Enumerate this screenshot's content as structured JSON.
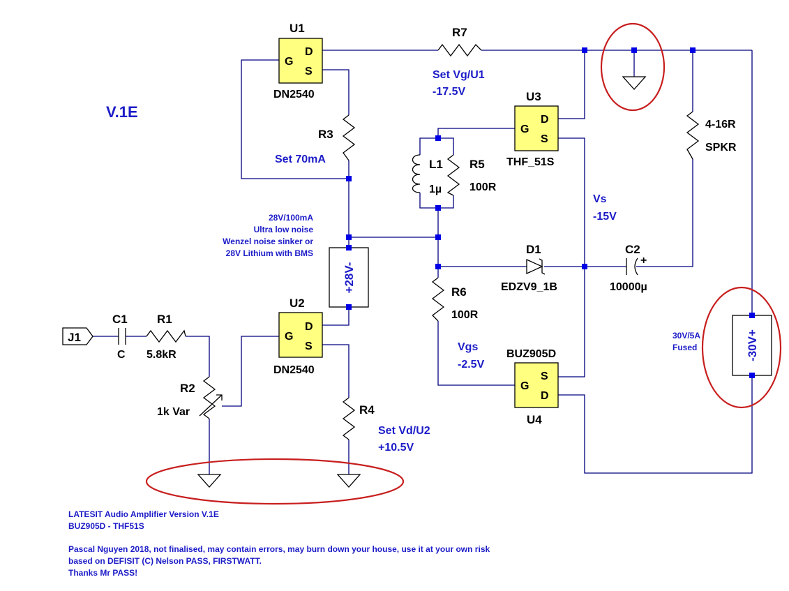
{
  "colors": {
    "wire": "#000080",
    "annotation": "#1c1cc8",
    "mosfet_fill": "#ffff80",
    "highlight": "#c81e1e",
    "junction": "#0000e6"
  },
  "version_label": "V.1E",
  "mosfets": [
    {
      "id": "u1",
      "ref": "U1",
      "part": "DN2540",
      "pins": [
        "G",
        "D",
        "S"
      ]
    },
    {
      "id": "u2",
      "ref": "U2",
      "part": "DN2540",
      "pins": [
        "G",
        "D",
        "S"
      ]
    },
    {
      "id": "u3",
      "ref": "U3",
      "part": "THF_51S",
      "pins": [
        "G",
        "D",
        "S"
      ]
    },
    {
      "id": "u4",
      "ref": "U4",
      "part": "BUZ905D",
      "pins": [
        "G",
        "S",
        "D"
      ]
    }
  ],
  "resistors": [
    {
      "id": "r1",
      "ref": "R1",
      "value": "5.8kR"
    },
    {
      "id": "r2",
      "ref": "R2",
      "value": "1k Var"
    },
    {
      "id": "r3",
      "ref": "R3",
      "value": ""
    },
    {
      "id": "r4",
      "ref": "R4",
      "value": ""
    },
    {
      "id": "r5",
      "ref": "R5",
      "value": "100R"
    },
    {
      "id": "r6",
      "ref": "R6",
      "value": "100R"
    },
    {
      "id": "r7",
      "ref": "R7",
      "value": ""
    },
    {
      "id": "spkr",
      "ref": "4-16R",
      "value": "SPKR"
    }
  ],
  "inductor": {
    "ref": "L1",
    "value": "1µ"
  },
  "diode": {
    "ref": "D1",
    "value": "EDZV9_1B"
  },
  "capacitors": [
    {
      "id": "c1",
      "ref": "C1",
      "value": "C"
    },
    {
      "id": "c2",
      "ref": "C2",
      "value": "10000µ",
      "polarity": "+"
    }
  ],
  "input": {
    "ref": "J1"
  },
  "sources": [
    {
      "id": "v28",
      "label": "+28V-"
    },
    {
      "id": "v30",
      "label": "-30V+"
    }
  ],
  "annotations": {
    "set_vg_u1": [
      "Set Vg/U1",
      "-17.5V"
    ],
    "set_70ma": "Set 70mA",
    "vs": [
      "Vs",
      "-15V"
    ],
    "vgs": [
      "Vgs",
      "-2.5V"
    ],
    "set_vd_u2": [
      "Set Vd/U2",
      "+10.5V"
    ],
    "supply_28v": [
      "28V/100mA",
      "Ultra low noise",
      "Wenzel noise sinker or",
      "28V Lithium with BMS"
    ],
    "supply_30v": [
      "30V/5A",
      "Fused"
    ]
  },
  "footer": [
    "LATESIT Audio Amplifier Version V.1E",
    "BUZ905D - THF51S",
    "",
    "Pascal Nguyen 2018, not finalised, may contain errors, may burn down your house, use it at your own risk",
    "based on DEFISIT (C) Nelson PASS, FIRSTWATT.",
    "Thanks Mr PASS!"
  ]
}
